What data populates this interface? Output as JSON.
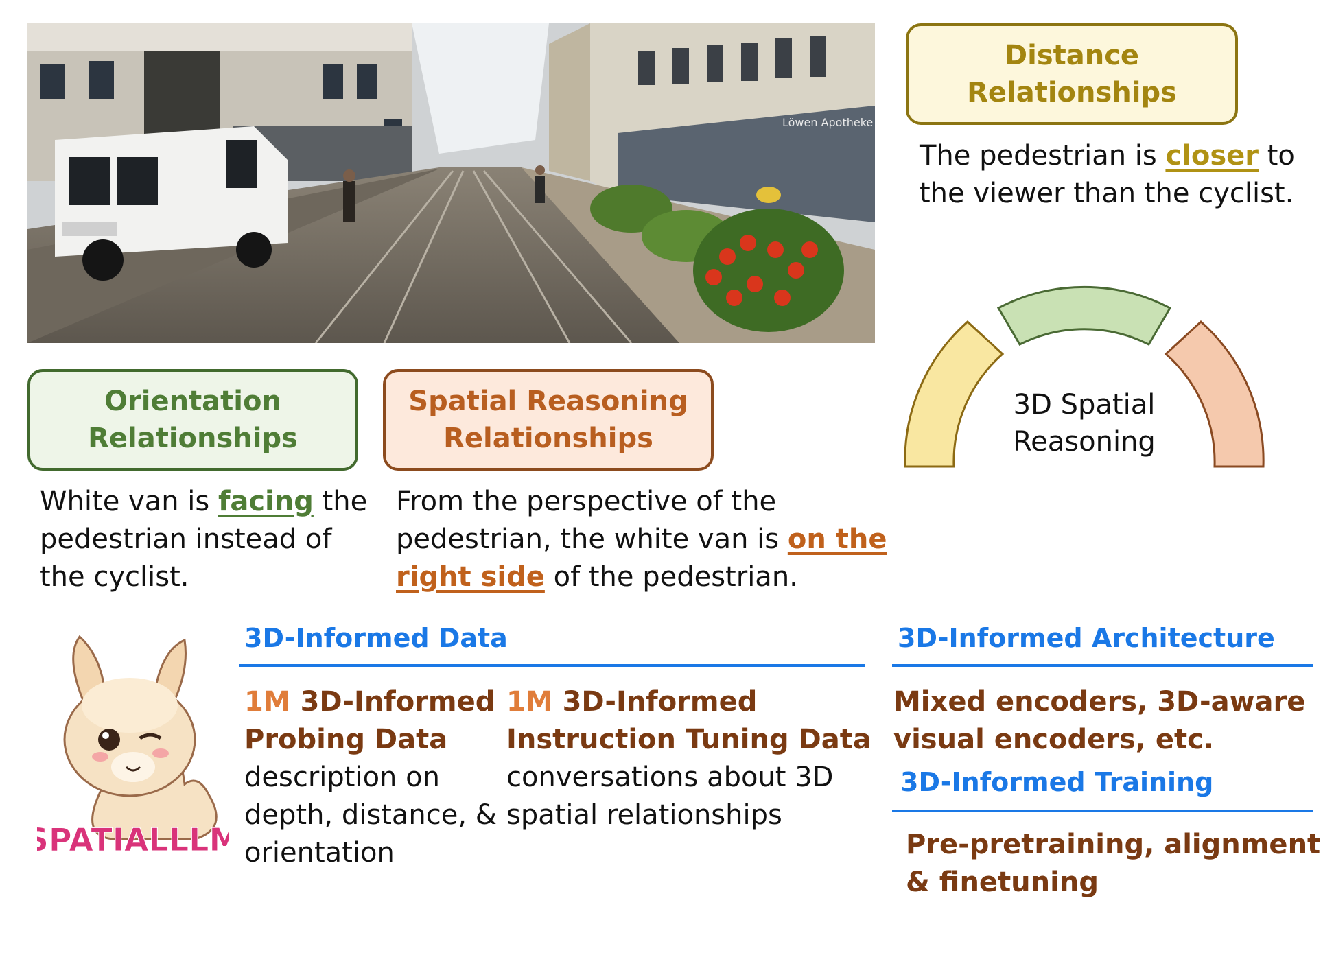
{
  "categories": {
    "distance": {
      "title_line1": "Distance",
      "title_line2": "Relationships",
      "desc_before": "The pedestrian is ",
      "desc_keyword": "closer",
      "desc_after": " to the viewer than the cyclist.",
      "color": "#a38510"
    },
    "orientation": {
      "title_line1": "Orientation",
      "title_line2": "Relationships",
      "desc_before": "White van is ",
      "desc_keyword": "facing",
      "desc_after": " the pedestrian instead of the cyclist.",
      "color": "#4f7d36"
    },
    "spatial": {
      "title_line1": "Spatial Reasoning",
      "title_line2": "Relationships",
      "desc_before": "From the perspective of the pedestrian, the white van is ",
      "desc_keyword": "on the right side",
      "desc_after": " of the pedestrian.",
      "color": "#b85e20"
    }
  },
  "arc": {
    "label_line1": "3D Spatial",
    "label_line2": "Reasoning",
    "segment_colors": [
      "#f9e7a1",
      "#c9e1b4",
      "#f5c9ad"
    ]
  },
  "photo": {
    "sign_text": "Löwen Apotheke"
  },
  "mascot": {
    "name": "SPATIALLLM"
  },
  "sections": {
    "data": {
      "title": "3D-Informed Data",
      "probing": {
        "count": "1M",
        "name": " 3D-Informed Probing Data",
        "desc": "description on depth, distance, & orientation"
      },
      "instruction": {
        "count": "1M",
        "name": " 3D-Informed Instruction Tuning Data",
        "desc": "conversations about 3D spatial relationships"
      }
    },
    "architecture": {
      "title": "3D-Informed Architecture",
      "text": "Mixed encoders, 3D-aware visual encoders, etc."
    },
    "training": {
      "title": "3D-Informed Training",
      "text": "Pre-pretraining, alignment & finetuning"
    }
  },
  "accent_color": "#1a78e6"
}
